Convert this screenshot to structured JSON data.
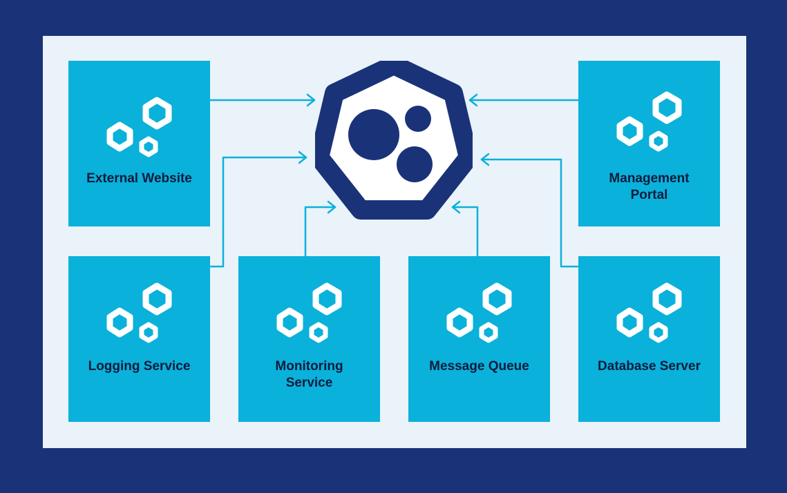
{
  "colors": {
    "frame": "#1a3278",
    "panel": "#eaf2fa",
    "node_fill": "#0ab1da",
    "connector": "#0ab1da",
    "hub": "#1a3278",
    "label": "#0d1b3d"
  },
  "hub": {
    "icon": "heptagon-cluster-icon"
  },
  "nodes": [
    {
      "id": "external-website",
      "label": "External Website",
      "icon": "hexagon-cluster-icon"
    },
    {
      "id": "management-portal",
      "label": "Management\nPortal",
      "icon": "hexagon-cluster-icon"
    },
    {
      "id": "logging-service",
      "label": "Logging Service",
      "icon": "hexagon-cluster-icon"
    },
    {
      "id": "monitoring-service",
      "label": "Monitoring\nService",
      "icon": "hexagon-cluster-icon"
    },
    {
      "id": "message-queue",
      "label": "Message Queue",
      "icon": "hexagon-cluster-icon"
    },
    {
      "id": "database-server",
      "label": "Database Server",
      "icon": "hexagon-cluster-icon"
    }
  ],
  "connections": [
    {
      "from": "external-website",
      "to": "hub"
    },
    {
      "from": "logging-service",
      "to": "hub"
    },
    {
      "from": "monitoring-service",
      "to": "hub"
    },
    {
      "from": "message-queue",
      "to": "hub"
    },
    {
      "from": "management-portal",
      "to": "hub"
    },
    {
      "from": "database-server",
      "to": "hub"
    }
  ]
}
